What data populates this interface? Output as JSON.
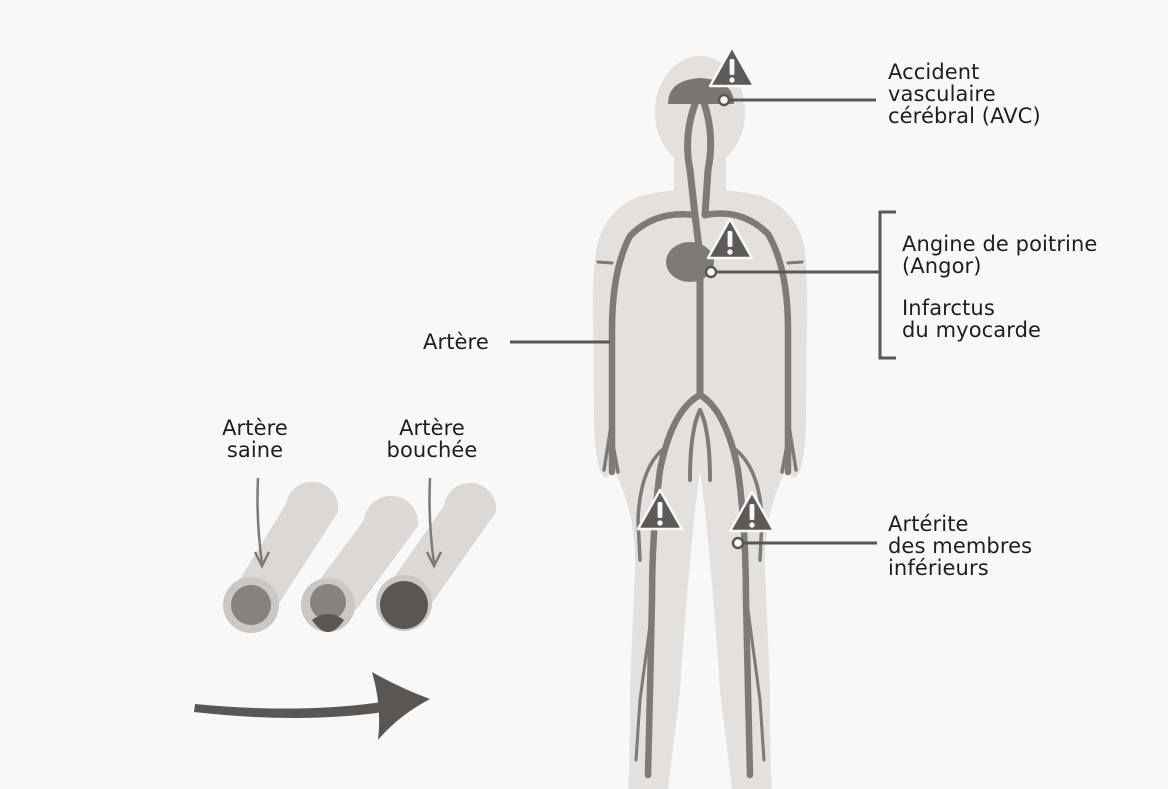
{
  "colors": {
    "background": "#faf8f6",
    "body_silhouette": "#e4e0dd",
    "artery": "#7e7a78",
    "warning": "#5e5a58",
    "tube": "#dcd8d5",
    "plaque": "#5a5654",
    "leader": "#5a5654"
  },
  "icons": {
    "warning": "warning-triangle-icon",
    "arrow": "right-arrow-icon"
  },
  "labels": {
    "stroke": "Accident\nvasculaire\ncérébral (AVC)",
    "angina": "Angine de poitrine\n(Angor)",
    "infarction": "Infarctus\ndu myocarde",
    "artery": "Artère",
    "arteritis": "Artérite\ndes membres\ninférieurs",
    "healthy_artery": "Artère\nsaine",
    "blocked_artery": "Artère\nbouchée"
  }
}
